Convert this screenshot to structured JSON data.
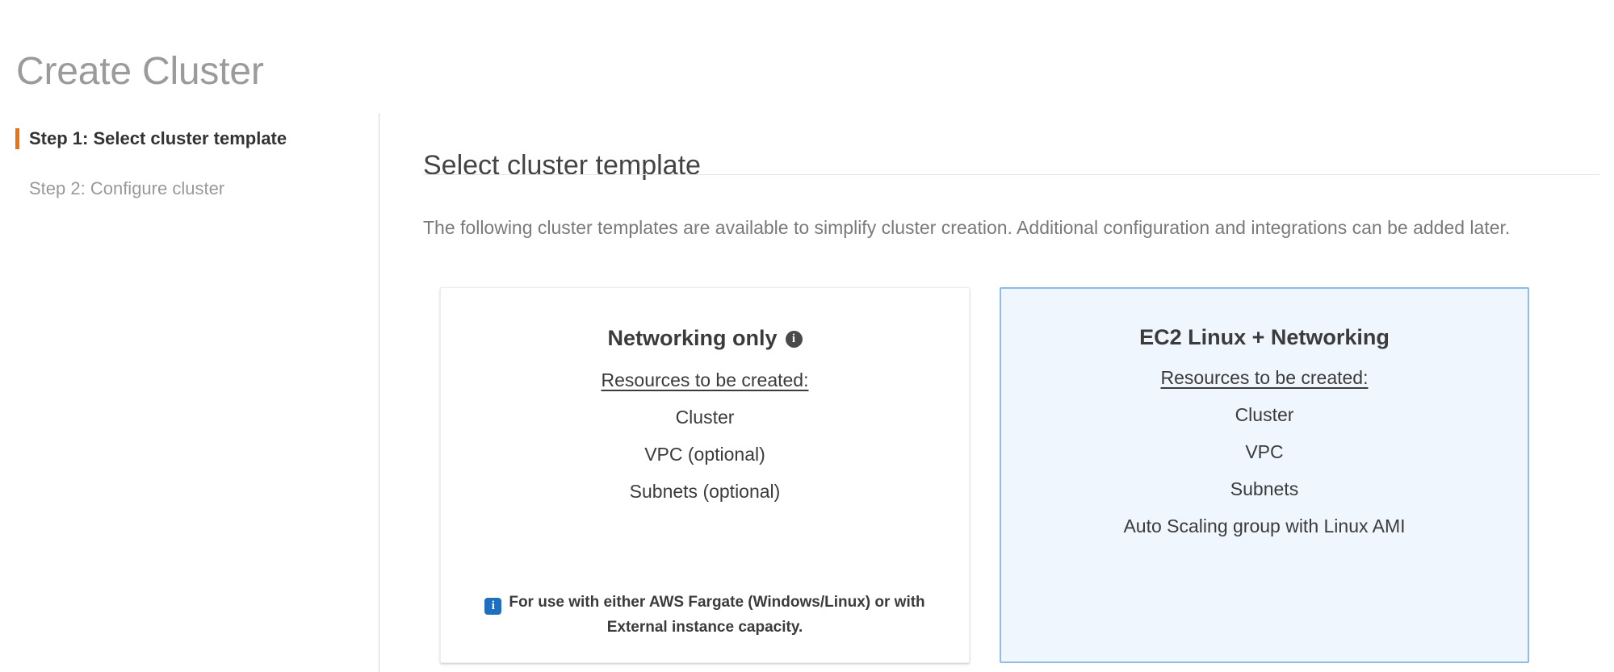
{
  "page": {
    "title": "Create Cluster"
  },
  "sidebar": {
    "steps": [
      {
        "label": "Step 1: Select cluster template",
        "active": true
      },
      {
        "label": "Step 2: Configure cluster",
        "active": false
      }
    ],
    "accent_color": "#ec7211"
  },
  "main": {
    "heading": "Select cluster template",
    "description": "The following cluster templates are available to simplify cluster creation. Additional configuration and integrations can be added later.",
    "cards": [
      {
        "title": "Networking only",
        "has_info_icon": true,
        "info_icon_name": "info-circle-icon",
        "resources_label": "Resources to be created:",
        "resources": [
          "Cluster",
          "VPC (optional)",
          "Subnets (optional)"
        ],
        "note": "For use with either AWS Fargate (Windows/Linux) or with External instance capacity.",
        "note_icon_name": "info-square-icon",
        "selected": false
      },
      {
        "title": "EC2 Linux + Networking",
        "has_info_icon": false,
        "resources_label": "Resources to be created:",
        "resources": [
          "Cluster",
          "VPC",
          "Subnets",
          "Auto Scaling group with Linux AMI"
        ],
        "note": "",
        "selected": true
      }
    ]
  },
  "colors": {
    "accent_orange": "#ec7211",
    "selected_card_bg": "#eff6fd",
    "selected_card_border": "#8fbce4",
    "info_blue": "#1f6fbf",
    "title_gray": "#9b9b9b"
  }
}
